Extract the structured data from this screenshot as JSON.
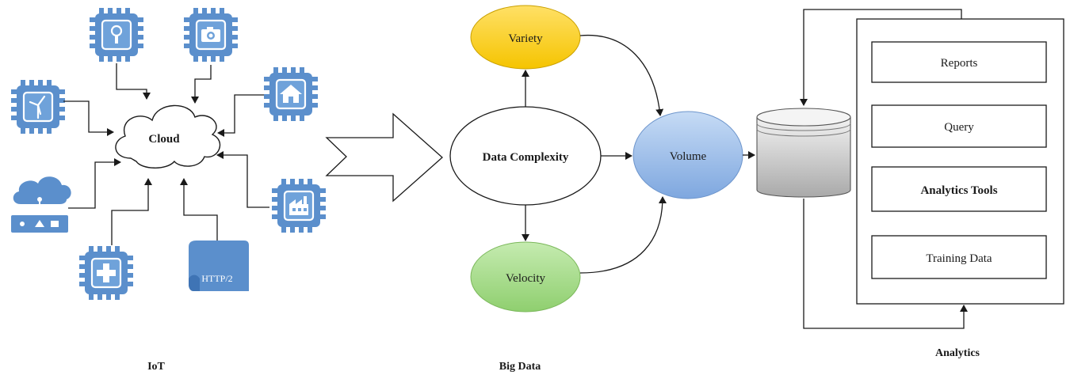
{
  "iot": {
    "cloud_label": "Cloud",
    "http_label": "HTTP/2",
    "section_label": "IoT",
    "devices": [
      "wind-turbine",
      "keyhole-lock",
      "camera",
      "house",
      "factory",
      "medical",
      "cloud-gateway",
      "http-document"
    ]
  },
  "big_data": {
    "center_label": "Data Complexity",
    "variety_label": "Variety",
    "volume_label": "Volume",
    "velocity_label": "Velocity",
    "section_label": "Big Data"
  },
  "analytics": {
    "items": [
      "Reports",
      "Query",
      "Analytics Tools",
      "Training Data"
    ],
    "section_label": "Analytics"
  },
  "colors": {
    "chip_blue": "#5b8fcc",
    "variety_fill": "#ffd84a",
    "volume_fill": "#9fbfea",
    "velocity_fill": "#a6d98a"
  }
}
